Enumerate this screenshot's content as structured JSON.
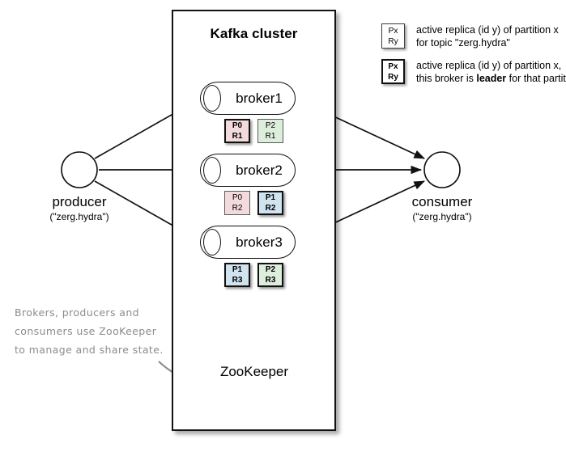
{
  "cluster": {
    "title": "Kafka cluster",
    "brokers": [
      {
        "name": "broker1",
        "partitions": [
          {
            "partition": "P0",
            "replica": "R1",
            "leader": true,
            "color": "#f3dadc"
          },
          {
            "partition": "P2",
            "replica": "R1",
            "leader": false,
            "color": "#deeedd"
          }
        ]
      },
      {
        "name": "broker2",
        "partitions": [
          {
            "partition": "P0",
            "replica": "R2",
            "leader": false,
            "color": "#f3dadc"
          },
          {
            "partition": "P1",
            "replica": "R2",
            "leader": true,
            "color": "#cfe4ef"
          }
        ]
      },
      {
        "name": "broker3",
        "partitions": [
          {
            "partition": "P1",
            "replica": "R3",
            "leader": false,
            "color": "#cfe4ef"
          },
          {
            "partition": "P2",
            "replica": "R3",
            "leader": true,
            "color": "#deeedd"
          }
        ]
      }
    ],
    "zookeeper": {
      "label": "ZooKeeper"
    }
  },
  "producer": {
    "name": "producer",
    "topic": "(\"zerg.hydra\")"
  },
  "consumer": {
    "name": "consumer",
    "topic": "(\"zerg.hydra\")"
  },
  "note": {
    "line1": "Brokers, producers and",
    "line2": "consumers use ZooKeeper",
    "line3": "to manage and share state."
  },
  "legend": {
    "items": [
      {
        "partition": "Px",
        "replica": "Ry",
        "leader": false,
        "line1": "active replica (id y) of partition x",
        "line2_pre": "for topic \"zerg.hydra\"",
        "line2_bold": "",
        "line2_post": ""
      },
      {
        "partition": "Px",
        "replica": "Ry",
        "leader": true,
        "line1": "active replica (id y) of partition x,",
        "line2_pre": "this broker is ",
        "line2_bold": "leader",
        "line2_post": " for that partition"
      }
    ]
  },
  "colors": {
    "stroke": "#111111",
    "note_gray": "#8c8c8c",
    "pink": "#f3dadc",
    "green": "#deeedd",
    "blue": "#cfe4ef"
  }
}
